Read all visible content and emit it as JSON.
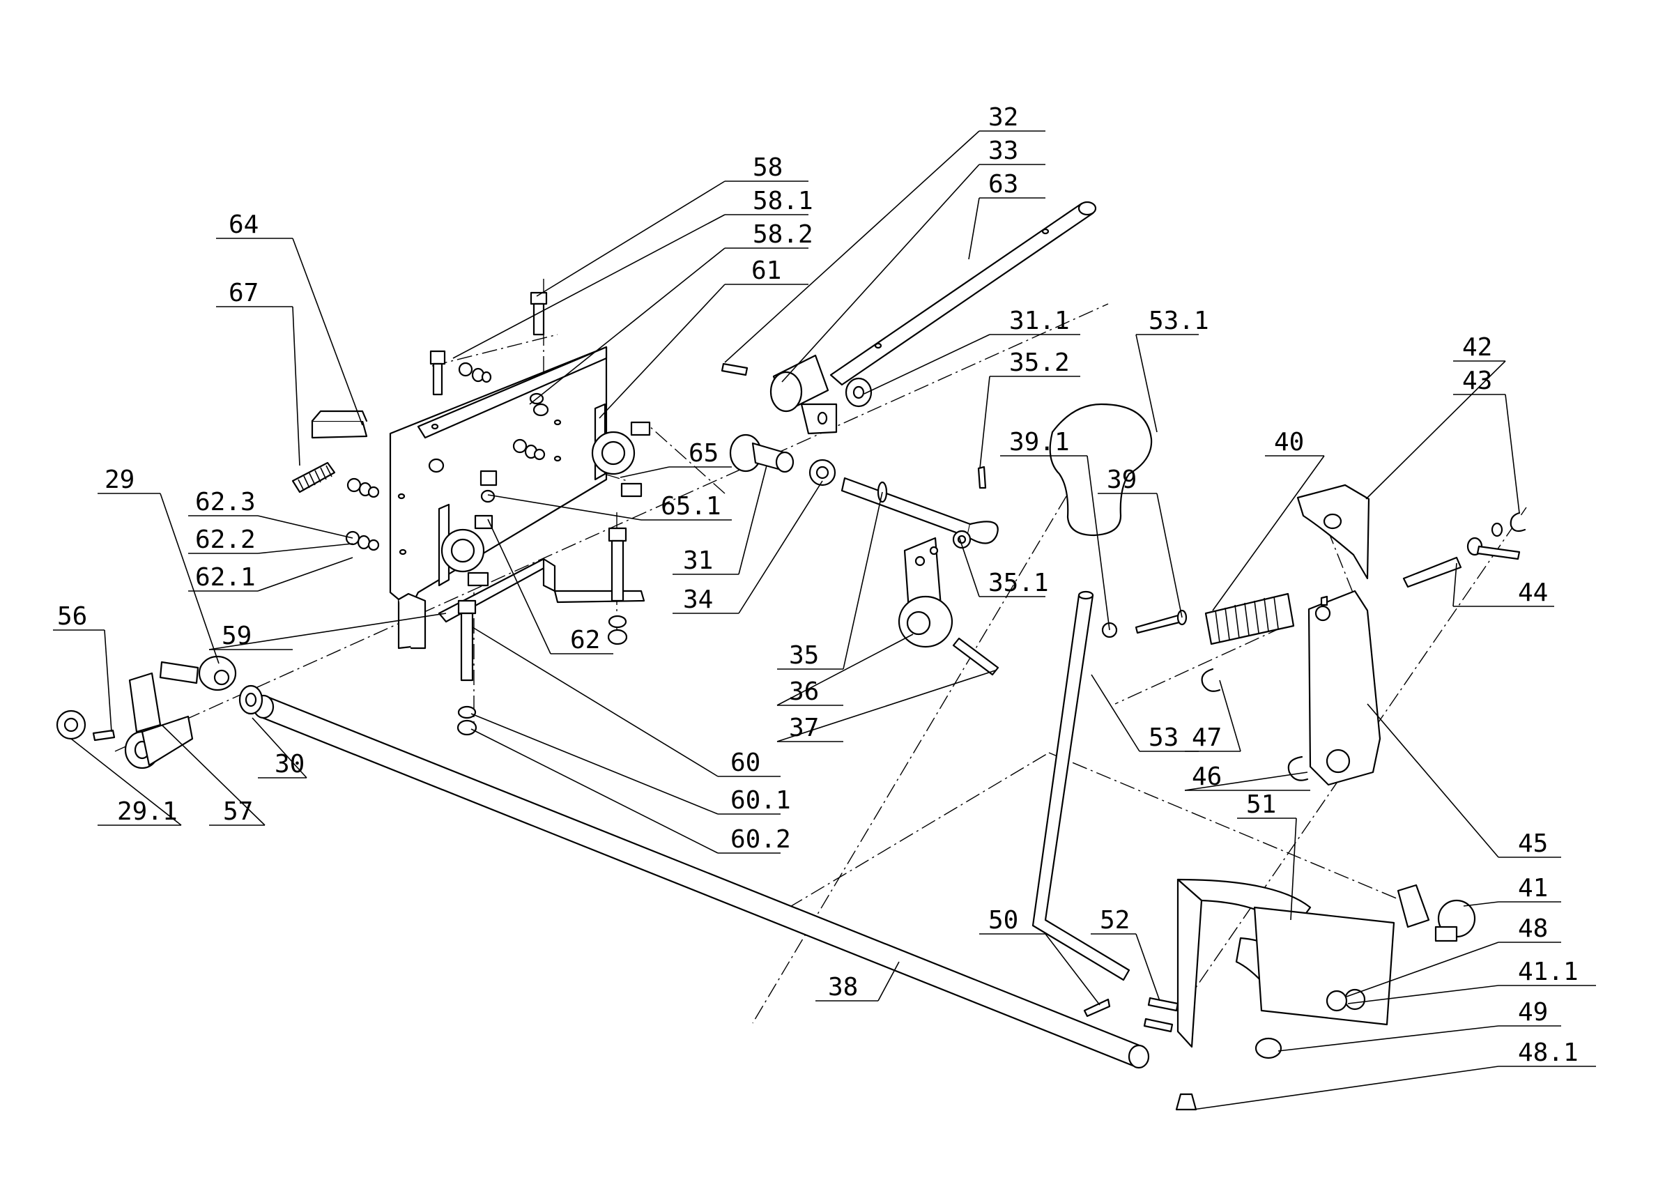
{
  "diagram": {
    "type": "exploded-parts-view",
    "line_color": "#000000",
    "background_color": "#ffffff",
    "callouts": [
      "32",
      "33",
      "63",
      "58",
      "58.1",
      "58.2",
      "61",
      "64",
      "67",
      "31.1",
      "35.2",
      "53.1",
      "65",
      "65.1",
      "29",
      "62.3",
      "62.2",
      "62.1",
      "31",
      "34",
      "35.1",
      "39.1",
      "39",
      "40",
      "42",
      "43",
      "44",
      "56",
      "59",
      "62",
      "35",
      "36",
      "37",
      "53",
      "47",
      "46",
      "30",
      "60",
      "60.1",
      "29.1",
      "57",
      "60.2",
      "45",
      "51",
      "41",
      "48",
      "50",
      "52",
      "41.1",
      "38",
      "49",
      "48.1"
    ]
  }
}
